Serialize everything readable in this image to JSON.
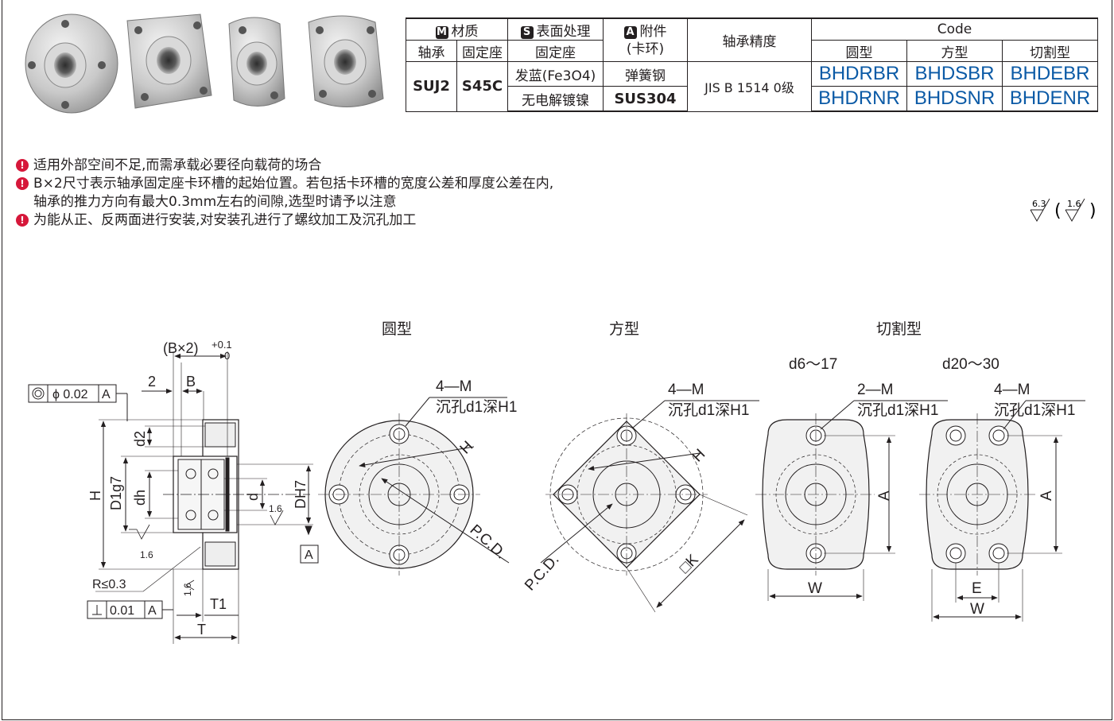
{
  "table": {
    "headers": {
      "material": {
        "icon": "M",
        "label": "材质"
      },
      "surface": {
        "icon": "S",
        "label": "表面处理"
      },
      "accessory": {
        "icon": "A",
        "label": "附件",
        "sub": "(卡环)"
      },
      "precision": "轴承精度",
      "code": "Code",
      "bearing": "轴承",
      "housing": "固定座",
      "housing2": "固定座",
      "round": "圆型",
      "square": "方型",
      "cut": "切割型"
    },
    "values": {
      "bearing_material": "SUJ2",
      "housing_material": "S45C",
      "surface_1": "发蓝(Fe3O4)",
      "surface_2": "无电解镀镍",
      "ring_1": "弹簧钢",
      "ring_2": "SUS304",
      "precision": "JIS B 1514   0级"
    },
    "codes": [
      [
        "BHDRBR",
        "BHDSBR",
        "BHDEBR"
      ],
      [
        "BHDRNR",
        "BHDSNR",
        "BHDENR"
      ]
    ]
  },
  "notes": [
    "适用外部空间不足,而需承载必要径向载荷的场合",
    "B×2尺寸表示轴承固定座卡环槽的起始位置。若包括卡环槽的宽度公差和厚度公差在内,",
    "轴承的推力方向有最大0.3mm左右的间隙,选型时请予以注意",
    "为能从正、反两面进行安装,对安装孔进行了螺纹加工及沉孔加工"
  ],
  "roughness": {
    "main": "6.3",
    "other": "1.6"
  },
  "drawing": {
    "titles": {
      "round": "圆型",
      "square": "方型",
      "cut": "切割型"
    },
    "cut_ranges": [
      "d6～17",
      "d20～30"
    ],
    "hole_labels": {
      "four": "4—M",
      "two": "2—M",
      "counterbore": "沉孔d1深H1"
    },
    "side": {
      "bx2": "(B×2)",
      "tol_plus": "+0.1",
      "tol_zero": "0",
      "two": "2",
      "b": "B",
      "conc_value": "ϕ 0.02",
      "datum": "A",
      "h": "H",
      "d1": "D1g7",
      "dh": "dh",
      "d2": "d2",
      "d": "d",
      "dh7": "DH7",
      "r": "R≤0.3",
      "perp_value": "0.01",
      "t1": "T1",
      "t": "T",
      "ra": "1.6"
    },
    "dims": {
      "h": "H",
      "pcd": "P.C.D.",
      "k": "□K",
      "a": "A",
      "w": "W",
      "e": "E"
    }
  }
}
